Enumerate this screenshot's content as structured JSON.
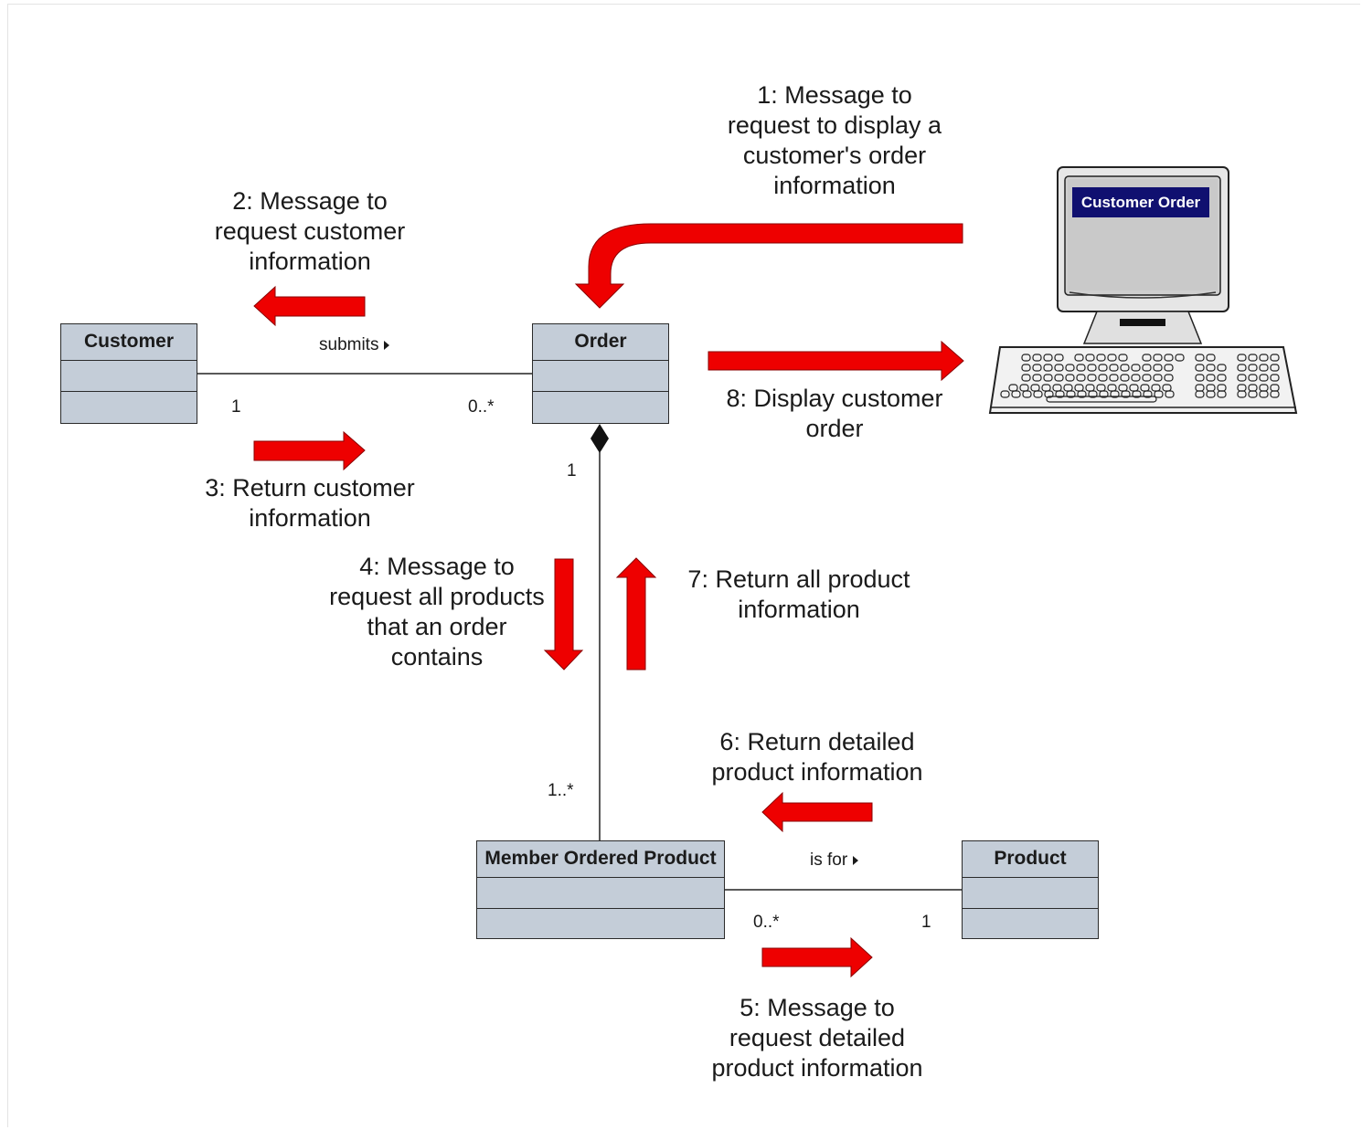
{
  "classes": {
    "customer": "Customer",
    "order": "Order",
    "member_ordered_product": "Member Ordered Product",
    "product": "Product"
  },
  "associations": {
    "submits": "submits",
    "is_for": "is for"
  },
  "multiplicities": {
    "customer_one": "1",
    "order_many": "0..*",
    "order_composite_one": "1",
    "member_one_many": "1..*",
    "member_many": "0..*",
    "product_one": "1"
  },
  "messages": {
    "m1": "1: Message to\nrequest to display a\ncustomer's order\ninformation",
    "m2": "2: Message to\nrequest customer\ninformation",
    "m3": "3: Return customer\ninformation",
    "m4": "4: Message to\nrequest all products\nthat an order\ncontains",
    "m5": "5: Message to\nrequest detailed\nproduct information",
    "m6": "6: Return detailed\nproduct information",
    "m7": "7: Return all product\ninformation",
    "m8": "8: Display customer\norder"
  },
  "computer": {
    "screen_title": "Customer Order",
    "icon": "desktop-computer-icon"
  },
  "colors": {
    "arrow": "#ee0000",
    "class_fill": "#c4cdd8",
    "screen_title_bg": "#101070"
  }
}
